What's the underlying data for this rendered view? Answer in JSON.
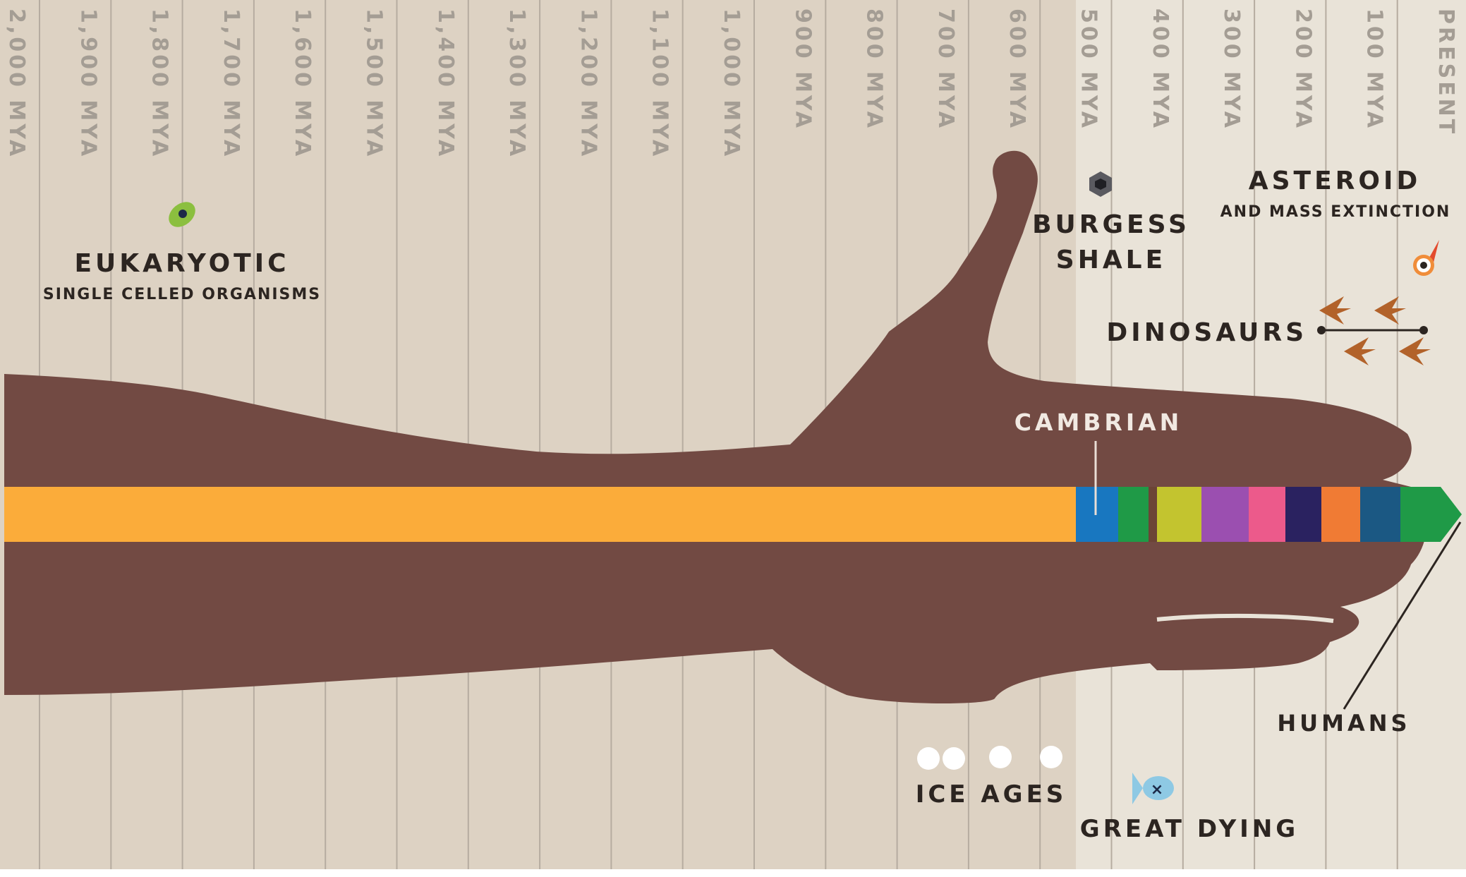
{
  "timeline": {
    "ticks": [
      "2,000 MYA",
      "1,900 MYA",
      "1,800 MYA",
      "1,700 MYA",
      "1,600 MYA",
      "1,500 MYA",
      "1,400 MYA",
      "1,300 MYA",
      "1,200 MYA",
      "1,100 MYA",
      "1,000 MYA",
      "900 MYA",
      "800 MYA",
      "700 MYA",
      "600 MYA",
      "500 MYA",
      "400 MYA",
      "300 MYA",
      "200 MYA",
      "100 MYA",
      "PRESENT"
    ],
    "precambrian_color": "#fbac3a",
    "period_colors": [
      "#1877c0",
      "#1f9a47",
      "#6b4436",
      "#c3c42f",
      "#9b4fb0",
      "#ec5a8b",
      "#2a2260",
      "#f07b34",
      "#1b5883",
      "#1f9a47"
    ]
  },
  "colors": {
    "background": "#ddd2c3",
    "background_right": "#e9e3d8",
    "hand": "#724a43",
    "text": "#2c2521",
    "cambrian_text": "#f1e9e2"
  },
  "events": {
    "eukaryotic": {
      "title": "EUKARYOTIC",
      "subtitle": "SINGLE CELLED ORGANISMS",
      "icon": "cell-icon"
    },
    "burgess_shale": {
      "line1": "BURGESS",
      "line2": "SHALE",
      "icon": "hexagon-icon"
    },
    "asteroid": {
      "title": "ASTEROID",
      "subtitle": "AND MASS EXTINCTION",
      "icon": "asteroid-icon"
    },
    "dinosaurs": {
      "title": "DINOSAURS",
      "icon": "dinosaur-footprint-icon"
    },
    "cambrian": {
      "title": "CAMBRIAN"
    },
    "humans": {
      "title": "HUMANS"
    },
    "ice_ages": {
      "title": "ICE AGES",
      "icon": "snowball-icon"
    },
    "great_dying": {
      "title": "GREAT DYING",
      "icon": "dead-fish-icon"
    }
  }
}
